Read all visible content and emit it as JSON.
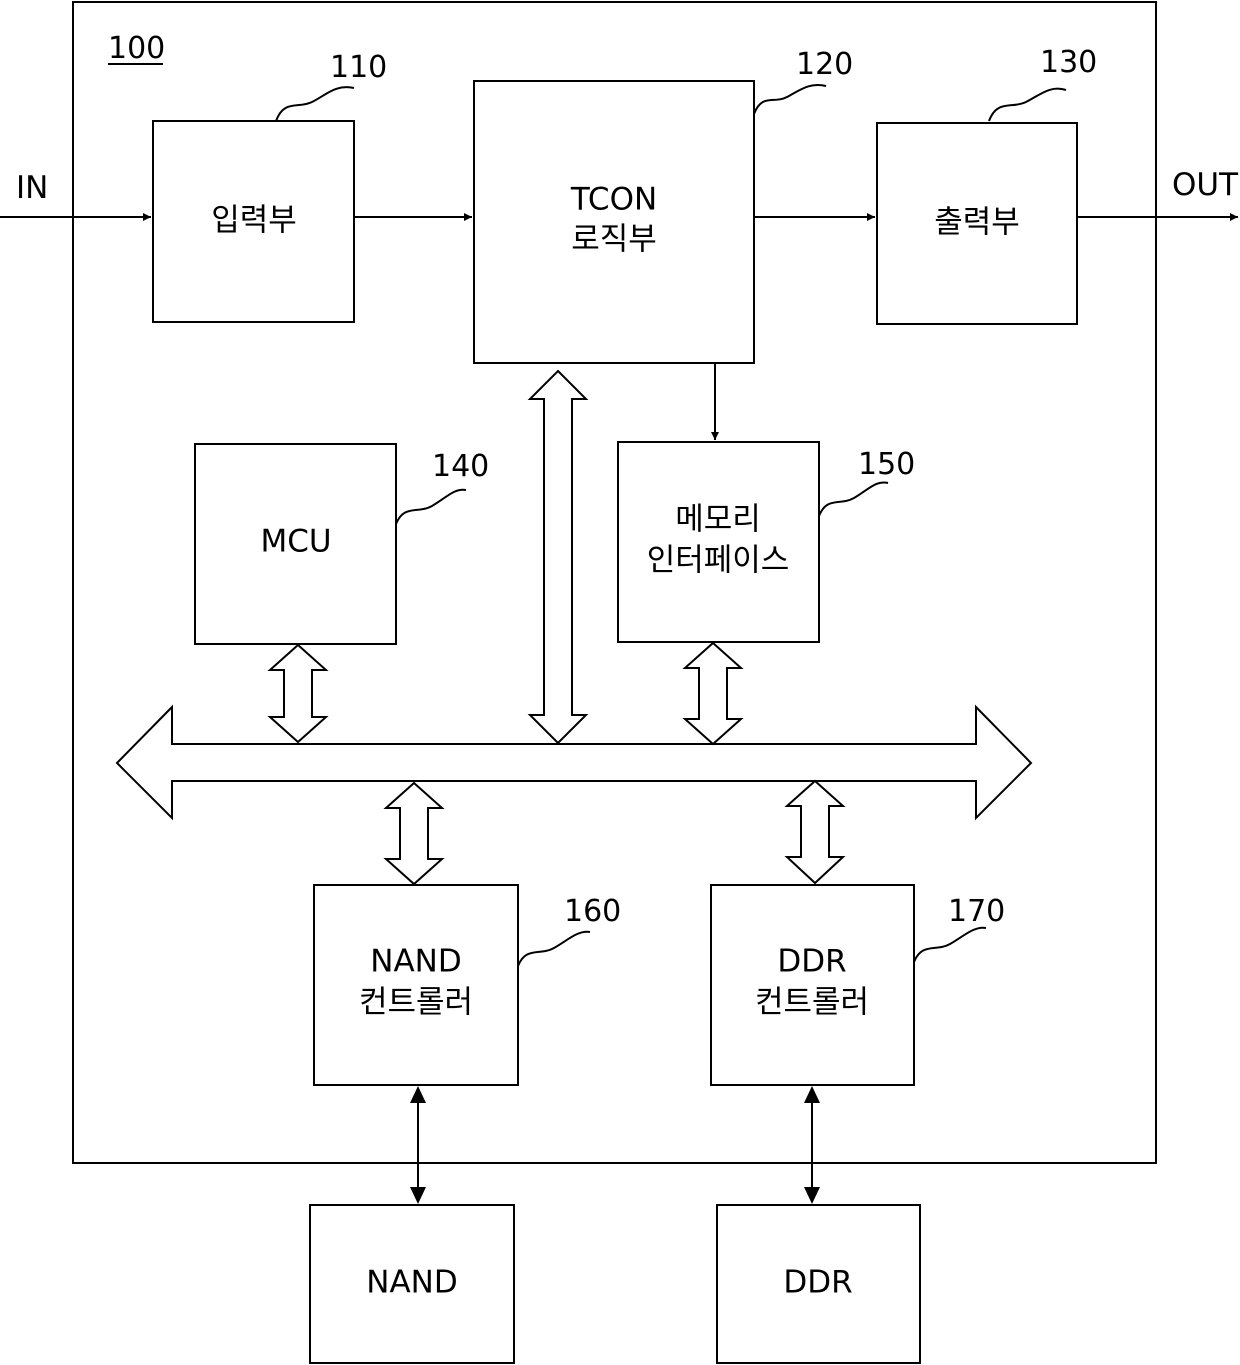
{
  "figure": {
    "ref_100": "100",
    "input_label": "IN",
    "output_label": "OUT"
  },
  "blocks": {
    "input": {
      "ref": "110",
      "lines": [
        "입력부"
      ]
    },
    "tcon": {
      "ref": "120",
      "lines": [
        "TCON",
        "로직부"
      ]
    },
    "output": {
      "ref": "130",
      "lines": [
        "출력부"
      ]
    },
    "mcu": {
      "ref": "140",
      "lines": [
        "MCU"
      ]
    },
    "mem_if": {
      "ref": "150",
      "lines": [
        "메모리",
        "인터페이스"
      ]
    },
    "nand_ctrl": {
      "ref": "160",
      "lines": [
        "NAND",
        "컨트롤러"
      ]
    },
    "ddr_ctrl": {
      "ref": "170",
      "lines": [
        "DDR",
        "컨트롤러"
      ]
    },
    "nand": {
      "lines": [
        "NAND"
      ]
    },
    "ddr": {
      "lines": [
        "DDR"
      ]
    }
  }
}
